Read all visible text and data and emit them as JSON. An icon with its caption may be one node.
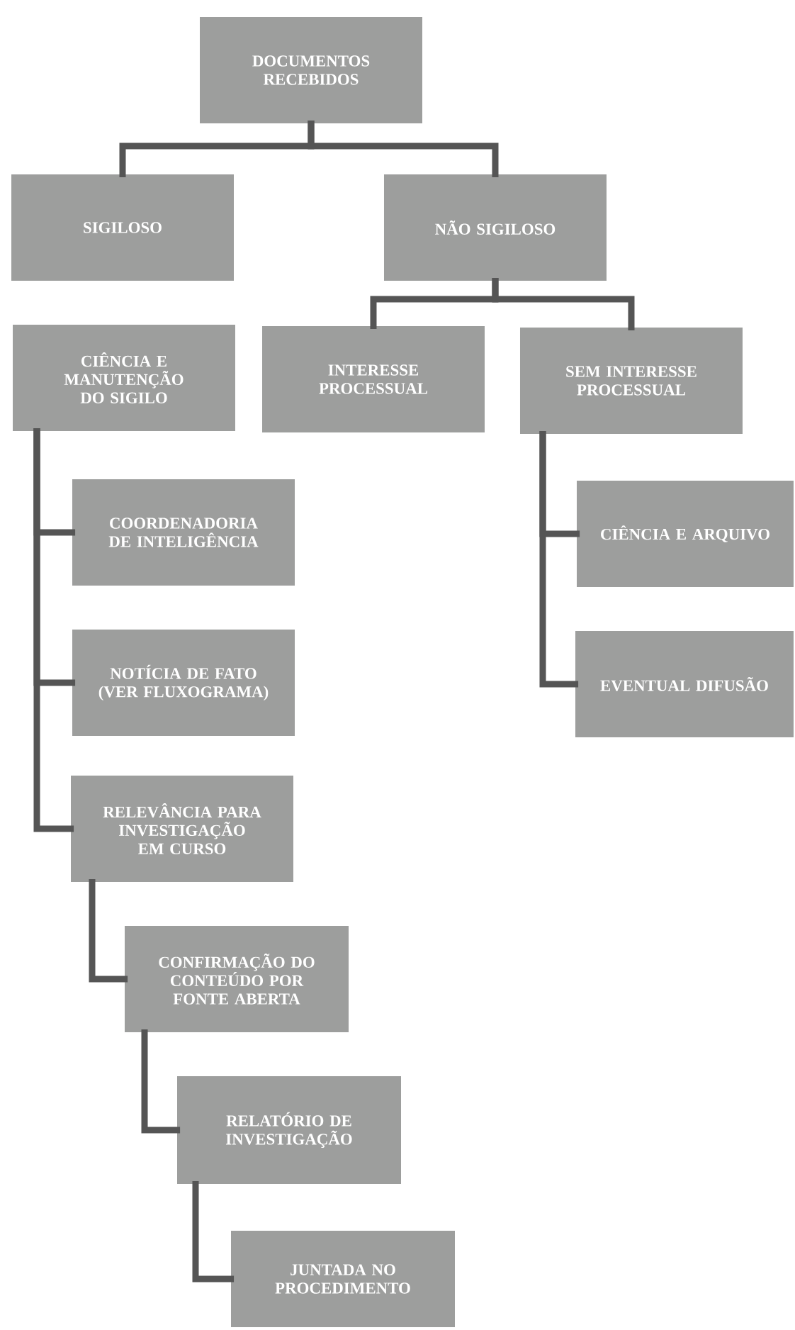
{
  "diagram": {
    "nodes": [
      {
        "text": [
          "DOCUMENTOS RECEBIDOS"
        ]
      },
      {
        "text": [
          "SIGILOSO"
        ]
      },
      {
        "text": [
          "NÃO SIGILOSO"
        ]
      },
      {
        "text": [
          "CIÊNCIA E MANUTENÇÃO DO SIGILO"
        ]
      },
      {
        "text": [
          "INTERESSE PROCESSUAL"
        ]
      },
      {
        "text": [
          "SEM INTERESSE PROCESSUAL"
        ]
      },
      {
        "text": [
          "COORDENADORIA DE INTELIGÊNCIA"
        ]
      },
      {
        "text": [
          "NOTÍCIA DE FATO (VER FLUXOGRAMA)"
        ]
      },
      {
        "text": [
          "RELEVÂNCIA PARA INVESTIGAÇÃO EM CURSO"
        ]
      },
      {
        "text": [
          "CONFIRMAÇÃO DO CONTEÚDO POR FONTE ABERTA"
        ]
      },
      {
        "text": [
          "RELATÓRIO DE INVESTIGAÇÃO"
        ]
      },
      {
        "text": [
          "JUNTADA NO PROCEDIMENTO"
        ]
      },
      {
        "text": [
          "CIÊNCIA E ARQUIVO"
        ]
      },
      {
        "text": [
          "EVENTUAL DIFUSÃO"
        ]
      }
    ],
    "edges": [
      {
        "from": 0,
        "to": 1,
        "arrow": "none"
      },
      {
        "from": 0,
        "to": 2,
        "arrow": "none"
      },
      {
        "from": 2,
        "to": 4,
        "arrow": "none"
      },
      {
        "from": 2,
        "to": 5,
        "arrow": "none"
      },
      {
        "from": 3,
        "to": 6,
        "arrow": "none"
      },
      {
        "from": 3,
        "to": 7,
        "arrow": "none"
      },
      {
        "from": 3,
        "to": 8,
        "arrow": "none"
      },
      {
        "from": 8,
        "to": 9,
        "arrow": "none"
      },
      {
        "from": 9,
        "to": 10,
        "arrow": "none"
      },
      {
        "from": 10,
        "to": 11,
        "arrow": "none"
      },
      {
        "from": 5,
        "to": 12,
        "arrow": "none"
      },
      {
        "from": 5,
        "to": 13,
        "arrow": "none"
      }
    ]
  }
}
